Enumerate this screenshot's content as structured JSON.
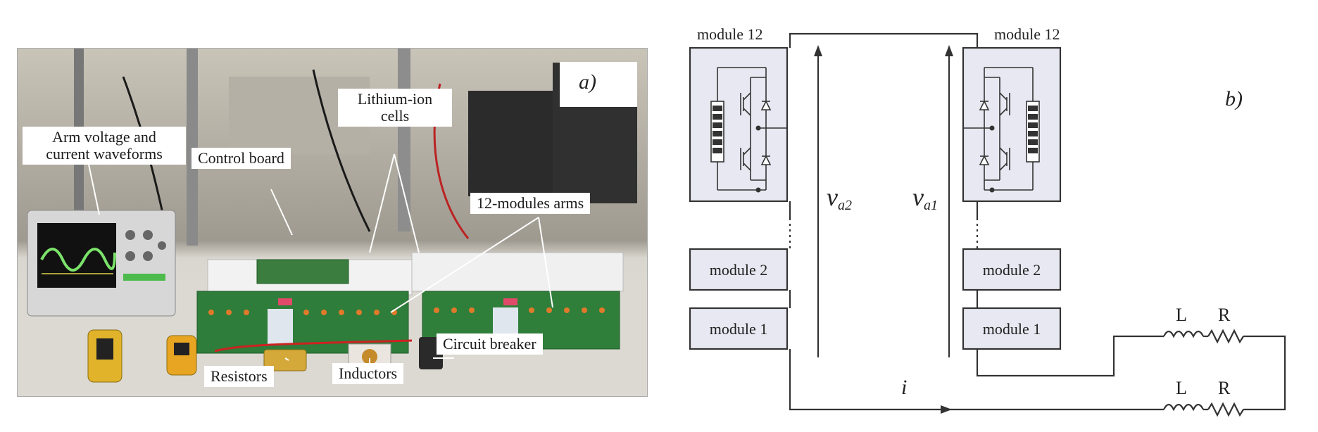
{
  "photo_panel": {
    "label": "a)",
    "callouts": {
      "arm_waveforms": [
        "Arm voltage and",
        "current waveforms"
      ],
      "control_board": "Control board",
      "lithium_cells": [
        "Lithium-ion",
        "cells"
      ],
      "modules_arms": "12-modules arms",
      "resistors": "Resistors",
      "inductors": "Inductors",
      "circuit_breaker": "Circuit breaker"
    }
  },
  "diagram_panel": {
    "label": "b)",
    "left_arm": {
      "top_module": "module 12",
      "module_2": "module 2",
      "module_1": "module 1",
      "voltage": "v",
      "voltage_sub": "a2"
    },
    "right_arm": {
      "top_module": "module 12",
      "module_2": "module 2",
      "module_1": "module 1",
      "voltage": "v",
      "voltage_sub": "a1"
    },
    "load": {
      "inductor_label": "L",
      "resistor_label": "R"
    },
    "current_label": "i"
  },
  "colors": {
    "module_fill": "#e8e8f2",
    "line": "#333333",
    "pcb_green": "#2e7d3a"
  }
}
